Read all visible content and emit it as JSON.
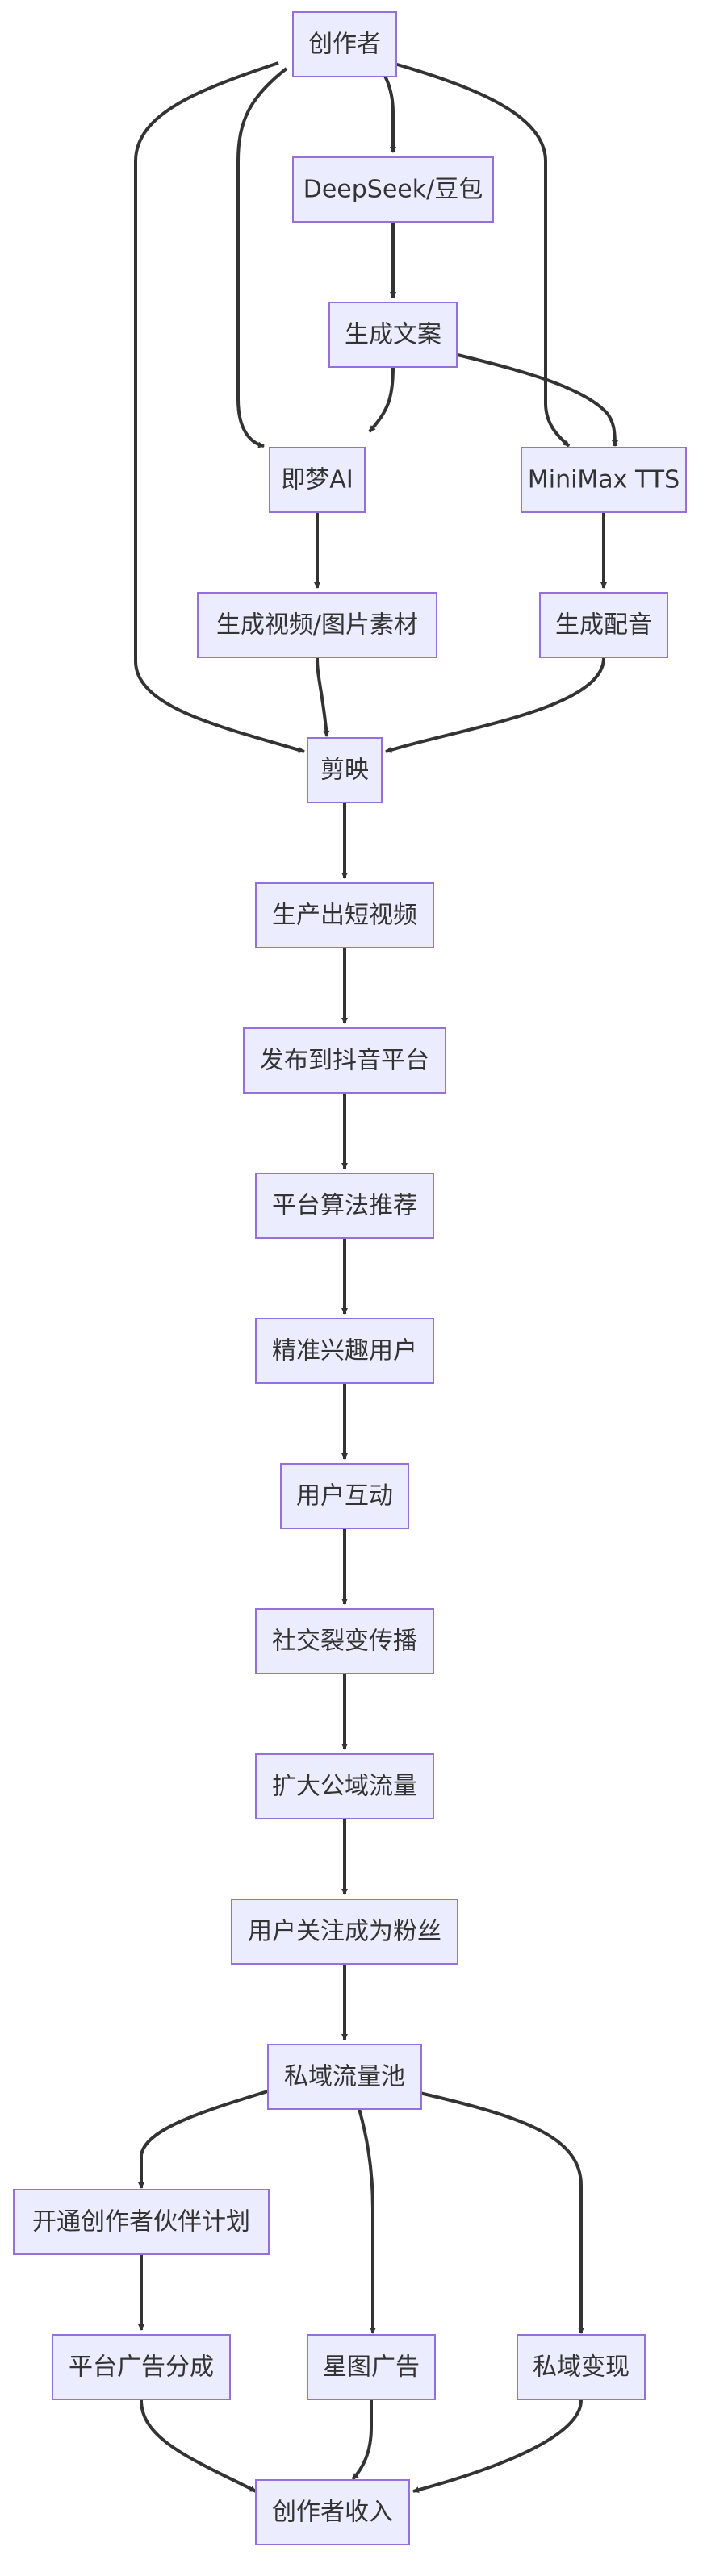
{
  "diagram": {
    "type": "flowchart",
    "direction": "top-down",
    "nodes": [
      {
        "id": "creator",
        "label": "创作者"
      },
      {
        "id": "deepseek",
        "label": "DeepSeek/豆包"
      },
      {
        "id": "copy",
        "label": "生成文案"
      },
      {
        "id": "jimeng",
        "label": "即梦AI"
      },
      {
        "id": "minimax",
        "label": "MiniMax TTS"
      },
      {
        "id": "media",
        "label": "生成视频/图片素材"
      },
      {
        "id": "voice",
        "label": "生成配音"
      },
      {
        "id": "jianying",
        "label": "剪映"
      },
      {
        "id": "short_video",
        "label": "生产出短视频"
      },
      {
        "id": "publish",
        "label": "发布到抖音平台"
      },
      {
        "id": "algo",
        "label": "平台算法推荐"
      },
      {
        "id": "precise",
        "label": "精准兴趣用户"
      },
      {
        "id": "interact",
        "label": "用户互动"
      },
      {
        "id": "spread",
        "label": "社交裂变传播"
      },
      {
        "id": "expand",
        "label": "扩大公域流量"
      },
      {
        "id": "follow",
        "label": "用户关注成为粉丝"
      },
      {
        "id": "pool",
        "label": "私域流量池"
      },
      {
        "id": "partner",
        "label": "开通创作者伙伴计划"
      },
      {
        "id": "ad_share",
        "label": "平台广告分成"
      },
      {
        "id": "xingtu",
        "label": "星图广告"
      },
      {
        "id": "private",
        "label": "私域变现"
      },
      {
        "id": "income",
        "label": "创作者收入"
      }
    ],
    "edges": [
      {
        "from": "creator",
        "to": "deepseek"
      },
      {
        "from": "creator",
        "to": "jimeng"
      },
      {
        "from": "creator",
        "to": "minimax"
      },
      {
        "from": "creator",
        "to": "jianying"
      },
      {
        "from": "deepseek",
        "to": "copy"
      },
      {
        "from": "copy",
        "to": "jimeng"
      },
      {
        "from": "copy",
        "to": "minimax"
      },
      {
        "from": "jimeng",
        "to": "media"
      },
      {
        "from": "minimax",
        "to": "voice"
      },
      {
        "from": "media",
        "to": "jianying"
      },
      {
        "from": "voice",
        "to": "jianying"
      },
      {
        "from": "jianying",
        "to": "short_video"
      },
      {
        "from": "short_video",
        "to": "publish"
      },
      {
        "from": "publish",
        "to": "algo"
      },
      {
        "from": "algo",
        "to": "precise"
      },
      {
        "from": "precise",
        "to": "interact"
      },
      {
        "from": "interact",
        "to": "spread"
      },
      {
        "from": "spread",
        "to": "expand"
      },
      {
        "from": "expand",
        "to": "follow"
      },
      {
        "from": "follow",
        "to": "pool"
      },
      {
        "from": "pool",
        "to": "partner"
      },
      {
        "from": "pool",
        "to": "xingtu"
      },
      {
        "from": "pool",
        "to": "private"
      },
      {
        "from": "partner",
        "to": "ad_share"
      },
      {
        "from": "ad_share",
        "to": "income"
      },
      {
        "from": "xingtu",
        "to": "income"
      },
      {
        "from": "private",
        "to": "income"
      }
    ]
  }
}
